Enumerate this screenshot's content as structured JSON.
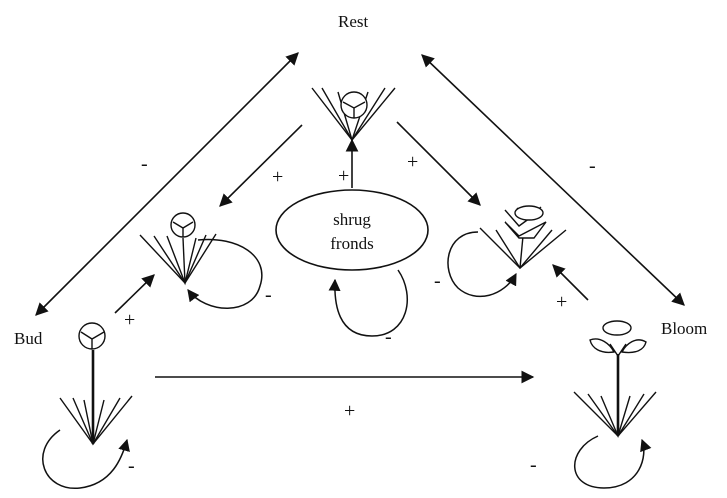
{
  "diagram": {
    "nodes": {
      "rest": "Rest",
      "bud": "Bud",
      "bloom": "Bloom",
      "center": {
        "line1": "shrug",
        "line2": "fronds"
      }
    },
    "signs": {
      "bud_rest": "-",
      "rest_bloom": "-",
      "rest_to_left": "+",
      "center_to_rest": "+",
      "rest_to_right": "+",
      "bud_to_left": "+",
      "left_loop": "-",
      "center_loop": "-",
      "right_loop": "-",
      "right_from_bloom": "+",
      "bud_to_bloom": "+",
      "bud_loop": "-",
      "bloom_loop": "-"
    }
  }
}
